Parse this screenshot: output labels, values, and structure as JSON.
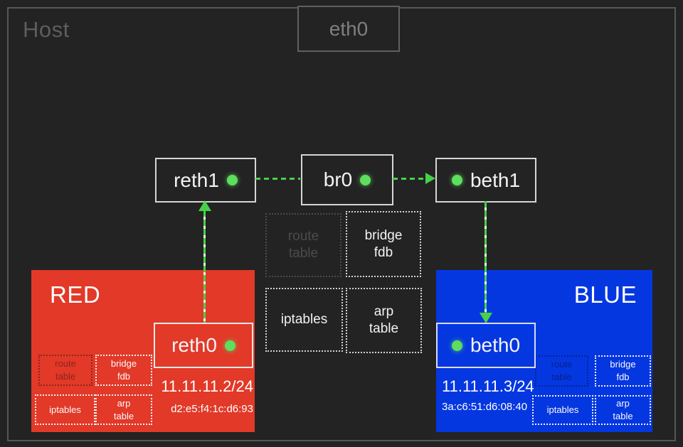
{
  "colors": {
    "background": "#232323",
    "red": "#e23928",
    "blue": "#0537e1",
    "green_line": "#47d147",
    "green_dot": "#5ede5e"
  },
  "host": {
    "label": "Host",
    "uplink": {
      "label": "eth0"
    }
  },
  "bridge_row": {
    "reth1": {
      "label": "reth1"
    },
    "br0": {
      "label": "br0"
    },
    "beth1": {
      "label": "beth1"
    }
  },
  "host_tables": {
    "route": "route table",
    "bridge_fdb": "bridge fdb",
    "iptables": "iptables",
    "arp": "arp table"
  },
  "namespaces": {
    "red": {
      "name": "RED",
      "interface": {
        "label": "reth0"
      },
      "ip": "11.11.11.2/24",
      "mac": "d2:e5:f4:1c:d6:93",
      "tables": {
        "route": "route table",
        "bridge_fdb": "bridge fdb",
        "iptables": "iptables",
        "arp": "arp table"
      }
    },
    "blue": {
      "name": "BLUE",
      "interface": {
        "label": "beth0"
      },
      "ip": "11.11.11.3/24",
      "mac": "3a:c6:51:d6:08:40",
      "tables": {
        "route": "route table",
        "bridge_fdb": "bridge fdb",
        "iptables": "iptables",
        "arp": "arp table"
      }
    }
  }
}
